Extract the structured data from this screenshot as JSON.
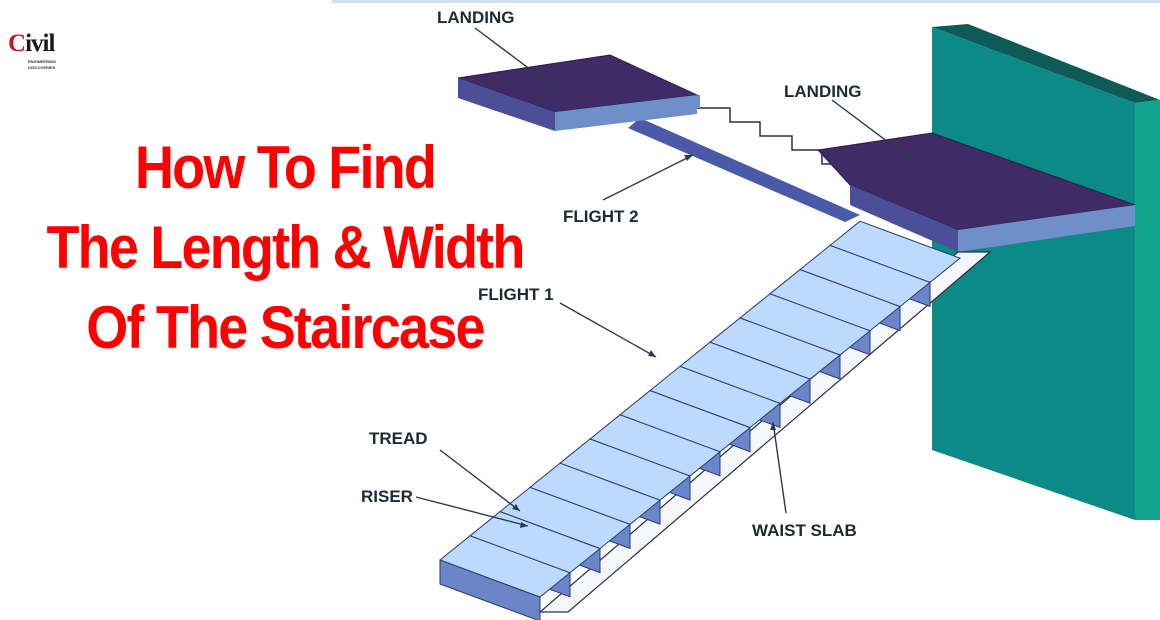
{
  "logo": {
    "word_first": "C",
    "word_rest": "ivil",
    "subtitle_1": "ENGINEERING",
    "subtitle_2": "DISCOVERIES"
  },
  "headline": {
    "line1": "How To Find",
    "line2": "The Length & Width",
    "line3": "Of The Staircase"
  },
  "labels": {
    "landing_top": "LANDING",
    "landing_right": "LANDING",
    "flight_2": "FLIGHT 2",
    "flight_1": "FLIGHT 1",
    "tread": "TREAD",
    "riser": "RISER",
    "waist_slab": "WAIST SLAB"
  },
  "colors": {
    "headline": "#ff0000",
    "wall_front": "#0b8a87",
    "wall_side": "#11a08a",
    "landing_top": "#3f2c66",
    "landing_edge": "#6f8fc9",
    "tread": "#bcd9ff",
    "riser": "#5a77bd"
  }
}
